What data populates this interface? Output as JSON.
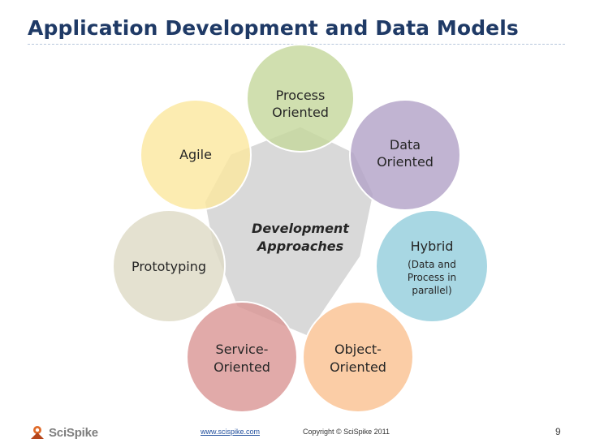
{
  "slide": {
    "title": "Application Development and Data Models"
  },
  "diagram": {
    "center": {
      "lines": [
        "Development",
        "Approaches"
      ]
    },
    "nodes": [
      {
        "id": "process-oriented",
        "lines": [
          "Process",
          "Oriented"
        ],
        "fill": "#c4d79b",
        "stroke": "#ffffff"
      },
      {
        "id": "data-oriented",
        "lines": [
          "Data",
          "Oriented"
        ],
        "fill": "#b2a1c7",
        "stroke": "#ffffff"
      },
      {
        "id": "hybrid",
        "title": "Hybrid",
        "sublines": [
          "(Data and",
          "Process in",
          "parallel)"
        ],
        "fill": "#92cddc",
        "stroke": "#ffffff"
      },
      {
        "id": "object-oriented",
        "lines": [
          "Object-",
          "Oriented"
        ],
        "fill": "#fac090",
        "stroke": "#ffffff"
      },
      {
        "id": "service-oriented",
        "lines": [
          "Service-",
          "Oriented"
        ],
        "fill": "#d99594",
        "stroke": "#ffffff"
      },
      {
        "id": "prototyping",
        "lines": [
          "Prototyping"
        ],
        "fill": "#ddd9c4",
        "stroke": "#ffffff"
      },
      {
        "id": "agile",
        "lines": [
          "Agile"
        ],
        "fill": "#fbe79e",
        "stroke": "#ffffff"
      }
    ]
  },
  "footer": {
    "logo_text": "SciSpike",
    "url": "www.scispike.com",
    "copyright": "Copyright © SciSpike 2011",
    "page_number": "9"
  },
  "colors": {
    "title": "#1f3a66",
    "center_fill": "#d9d9d9",
    "text": "#262626"
  }
}
